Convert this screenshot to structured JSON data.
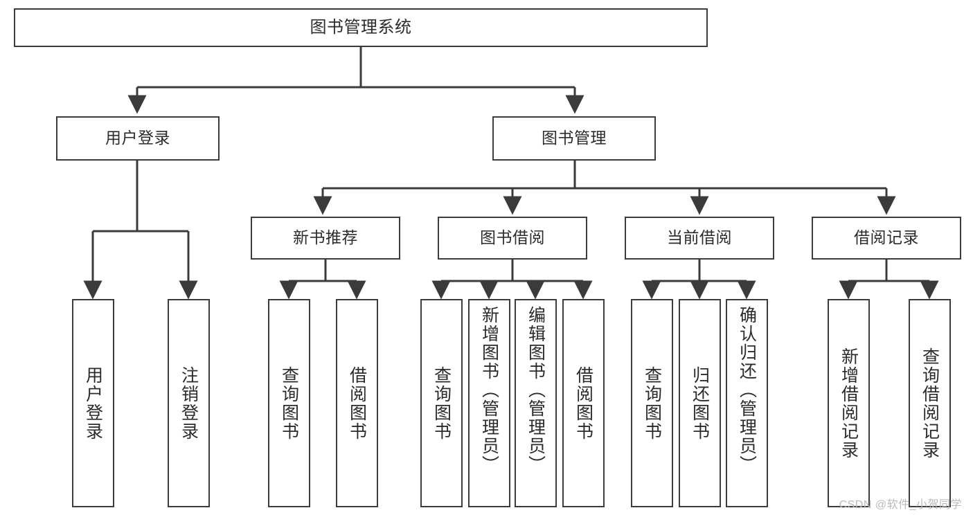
{
  "diagram": {
    "title": "图书管理系统",
    "watermark": "CSDN @软件_小贺同学",
    "stroke_color": "#3b3b3b",
    "background_color": "#ffffff",
    "text_color": "#2b2b2b",
    "watermark_color": "#b9b9b9",
    "type": "tree",
    "root": {
      "label": "图书管理系统"
    },
    "level2": [
      {
        "label": "用户登录"
      },
      {
        "label": "图书管理"
      }
    ],
    "level3": [
      {
        "label": "新书推荐"
      },
      {
        "label": "图书借阅"
      },
      {
        "label": "当前借阅"
      },
      {
        "label": "借阅记录"
      }
    ],
    "leaves": {
      "user_login": [
        {
          "label": "用户登录"
        },
        {
          "label": "注销登录"
        }
      ],
      "new_book_recommend": [
        {
          "label": "查询图书"
        },
        {
          "label": "借阅图书"
        }
      ],
      "book_borrow": [
        {
          "label": "查询图书"
        },
        {
          "label": "新增图书（管理员）"
        },
        {
          "label": "编辑图书（管理员）"
        },
        {
          "label": "借阅图书"
        }
      ],
      "current_borrow": [
        {
          "label": "查询图书"
        },
        {
          "label": "归还图书"
        },
        {
          "label": "确认归还（管理员）"
        }
      ],
      "borrow_record": [
        {
          "label": "新增借阅记录"
        },
        {
          "label": "查询借阅记录"
        }
      ]
    }
  }
}
